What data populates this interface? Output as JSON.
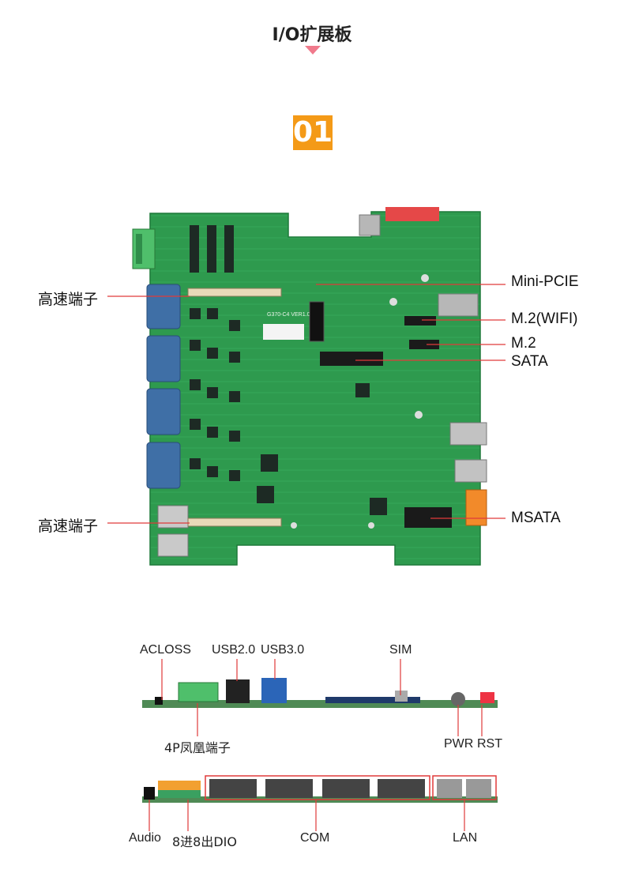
{
  "header": {
    "title": "I/O扩展板",
    "badge": "01"
  },
  "board": {
    "silk_model": "G370-C4 VER1.0",
    "callouts_left": [
      "高速端子",
      "高速端子"
    ],
    "callouts_right": [
      "Mini-PCIE",
      "M.2(WIFI)",
      "M.2",
      "SATA",
      "MSATA"
    ]
  },
  "side_view_1": {
    "top_labels": [
      "ACLOSS",
      "USB2.0",
      "USB3.0",
      "SIM"
    ],
    "bottom_labels": [
      "4P凤凰端子",
      "PWR",
      "RST"
    ]
  },
  "side_view_2": {
    "bottom_labels": [
      "Audio",
      "8进8出DIO",
      "COM",
      "LAN"
    ]
  },
  "colors": {
    "pcb": "#2e9a4e",
    "callout_line": "#e03a3a",
    "badge": "#f49a17",
    "pointer": "#f07a8c"
  }
}
